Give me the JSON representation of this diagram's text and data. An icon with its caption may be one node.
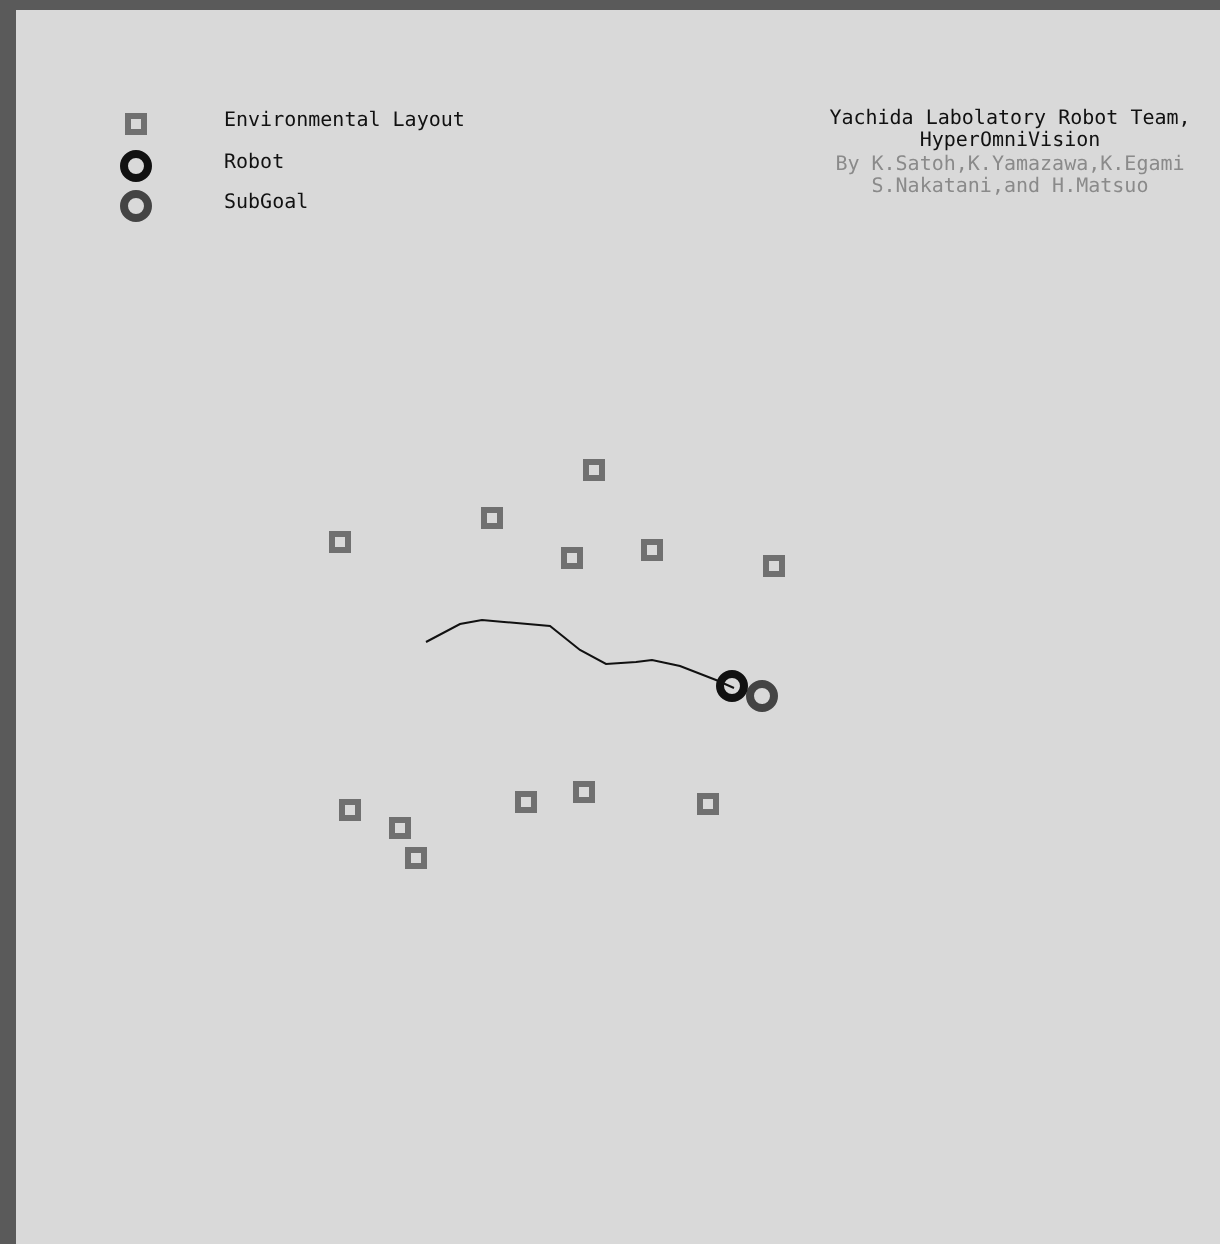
{
  "diagram": {
    "labels": [
      "Yachida Labolatory Robot Team, HyperOmniVision",
      "By K.Satoh,K.Yamazawa,K.Egami S.Nakatani,and H.Matsuo"
    ],
    "legend": [
      {
        "text": "Environmental Layout"
      },
      {
        "text": "Robot"
      },
      {
        "text": "SubGoal"
      }
    ]
  }
}
